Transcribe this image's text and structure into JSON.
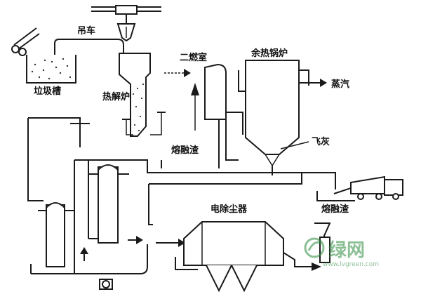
{
  "labels": {
    "crane": "吊车",
    "garbage_bin": "垃圾槽",
    "pyrolysis_furnace": "热解炉",
    "secondary_combustion": "二燃室",
    "waste_heat_boiler": "余热锅炉",
    "steam": "蒸汽",
    "molten_slag_1": "熔融渣",
    "fly_ash": "飞灰",
    "molten_slag_2": "熔融渣",
    "electrostatic_precipitator": "电除尘器"
  },
  "watermark": {
    "brand": "绿网",
    "url": "www.lvgreen.com",
    "color": "#2e8b3e"
  }
}
